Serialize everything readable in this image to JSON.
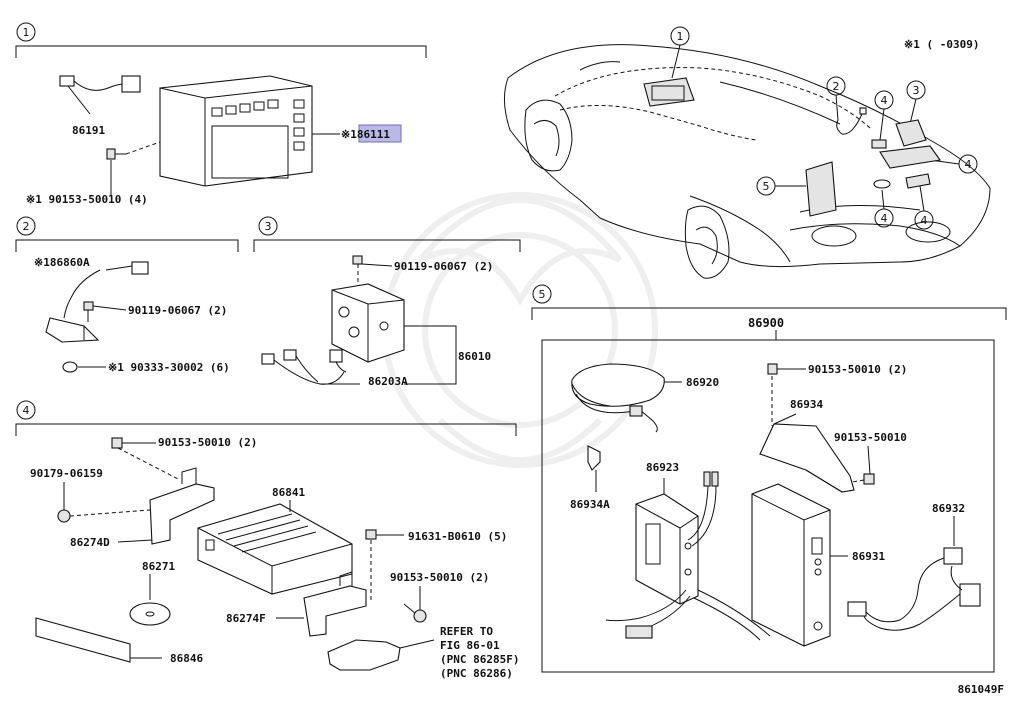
{
  "diagram": {
    "ref_code": "861049F",
    "note": "※1 (    -0309)",
    "sections": [
      {
        "num": "1",
        "parts": [
          "86191",
          "※186111",
          "※1 90153-50010 (4)"
        ]
      },
      {
        "num": "2",
        "parts": [
          "※186860A",
          "90119-06067 (2)",
          "※1 90333-30002 (6)"
        ]
      },
      {
        "num": "3",
        "parts": [
          "90119-06067 (2)",
          "86010",
          "86203A"
        ]
      },
      {
        "num": "4",
        "parts": [
          "90153-50010 (2)",
          "90179-06159",
          "86274D",
          "86841",
          "91631-B0610 (5)",
          "86271",
          "90153-50010 (2)",
          "86274F",
          "86846"
        ]
      },
      {
        "num": "5",
        "parts": [
          "86900",
          "86920",
          "90153-50010 (2)",
          "86934",
          "90153-50010",
          "86934A",
          "86923",
          "86932",
          "86931"
        ]
      }
    ],
    "refer": [
      "REFER TO",
      "FIG 86-01",
      "(PNC 86285F)",
      "(PNC 86286)"
    ],
    "highlight_part": "86111"
  }
}
